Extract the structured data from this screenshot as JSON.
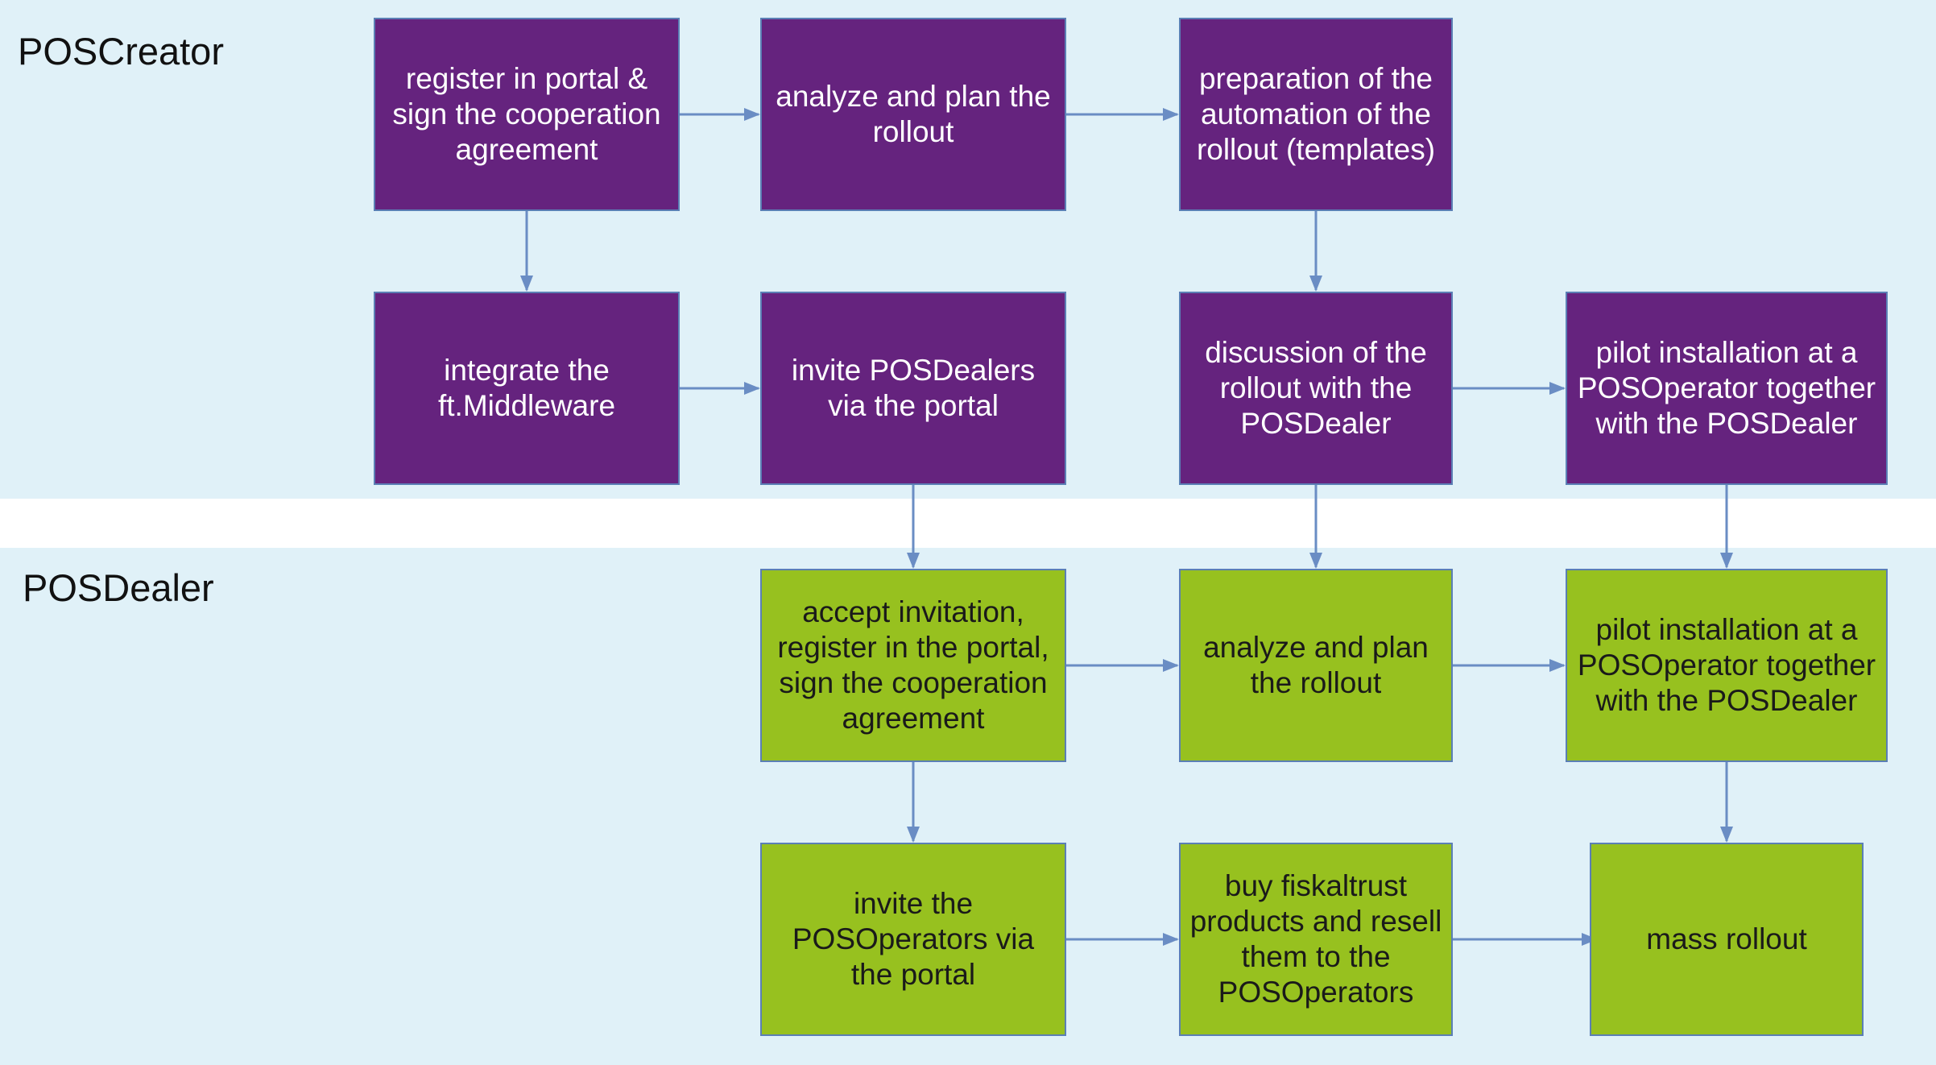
{
  "colors": {
    "lane_background": "#e0f1f8",
    "poscreator_step": "#65237e",
    "posdealer_step": "#97c11f",
    "arrow": "#6a8dc4"
  },
  "lanes": {
    "poscreator": {
      "label": "POSCreator"
    },
    "posdealer": {
      "label": "POSDealer"
    }
  },
  "poscreator_steps": {
    "register": "register in portal & sign the cooperation agreement",
    "analyze": "analyze and plan the rollout",
    "prepare": "preparation of the automation of the rollout (templates)",
    "integrate": "integrate the ft.Middleware",
    "invite_dealers": "invite POSDealers via the portal",
    "discussion": "discussion of the rollout with the POSDealer",
    "pilot": "pilot installation at a POSOperator together with the POSDealer"
  },
  "posdealer_steps": {
    "accept": "accept invitation, register in the portal, sign the cooperation agreement",
    "analyze": "analyze and plan the rollout",
    "pilot": "pilot installation at a POSOperator together with the POSDealer",
    "invite_operators": "invite the POSOperators via the portal",
    "buy": "buy fiskaltrust products and resell them to the POSOperators",
    "mass_rollout": "mass rollout"
  }
}
